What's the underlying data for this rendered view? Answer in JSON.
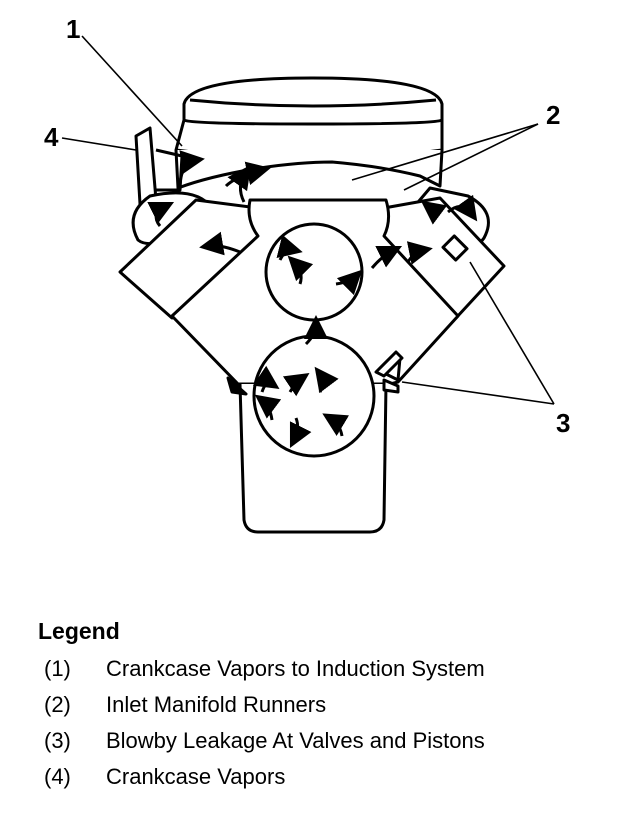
{
  "callouts": [
    "1",
    "2",
    "3",
    "4"
  ],
  "legend": {
    "heading": "Legend",
    "items": [
      {
        "num": "(1)",
        "text": "Crankcase Vapors to Induction System"
      },
      {
        "num": "(2)",
        "text": "Inlet Manifold Runners"
      },
      {
        "num": "(3)",
        "text": "Blowby Leakage At Valves and Pistons"
      },
      {
        "num": "(4)",
        "text": "Crankcase Vapors"
      }
    ]
  }
}
